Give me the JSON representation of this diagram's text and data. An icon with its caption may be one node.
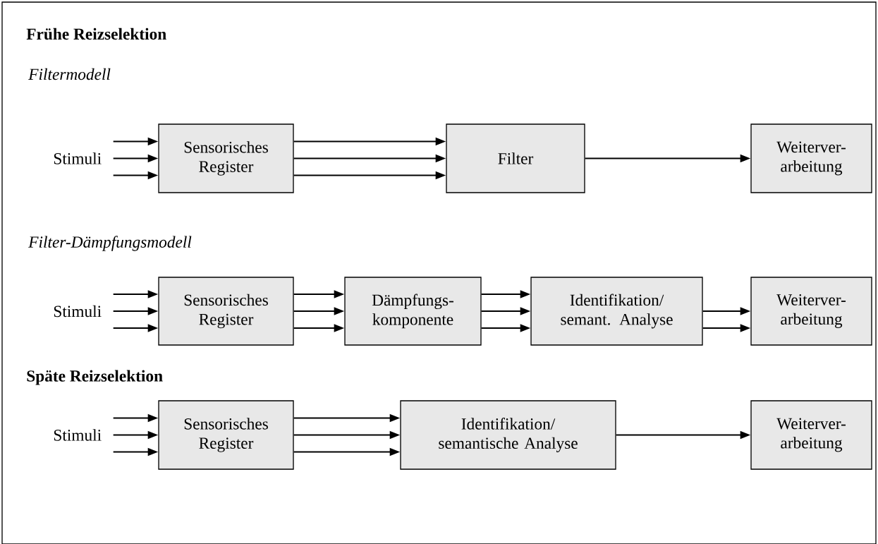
{
  "diagram": {
    "nodes": [
      {
        "text": [
          "Stimuli"
        ]
      },
      {
        "text": [
          "Sensorisches Register"
        ]
      },
      {
        "text": [
          "Filter"
        ]
      },
      {
        "text": [
          "Weiterver- arbeitung"
        ]
      },
      {
        "text": [
          "Stimuli"
        ]
      },
      {
        "text": [
          "Sensorisches Register"
        ]
      },
      {
        "text": [
          "Dämpfungs- komponente"
        ]
      },
      {
        "text": [
          "Identifikation/ semant. Analyse"
        ]
      },
      {
        "text": [
          "Weiterver- arbeitung"
        ]
      },
      {
        "text": [
          "Stimuli"
        ]
      },
      {
        "text": [
          "Sensorisches Register"
        ]
      },
      {
        "text": [
          "Identifikation/ semantische Analyse"
        ]
      },
      {
        "text": [
          "Weiterver- arbeitung"
        ]
      }
    ],
    "edges": [
      {
        "from": 0,
        "to": 1,
        "arrow": "to"
      },
      {
        "from": 0,
        "to": 1,
        "arrow": "to"
      },
      {
        "from": 0,
        "to": 1,
        "arrow": "to"
      },
      {
        "from": 1,
        "to": 2,
        "arrow": "to"
      },
      {
        "from": 1,
        "to": 2,
        "arrow": "to"
      },
      {
        "from": 1,
        "to": 2,
        "arrow": "to"
      },
      {
        "from": 2,
        "to": 3,
        "arrow": "to"
      },
      {
        "from": 4,
        "to": 5,
        "arrow": "to"
      },
      {
        "from": 4,
        "to": 5,
        "arrow": "to"
      },
      {
        "from": 4,
        "to": 5,
        "arrow": "to"
      },
      {
        "from": 5,
        "to": 6,
        "arrow": "to"
      },
      {
        "from": 5,
        "to": 6,
        "arrow": "to"
      },
      {
        "from": 5,
        "to": 6,
        "arrow": "to"
      },
      {
        "from": 6,
        "to": 7,
        "arrow": "to"
      },
      {
        "from": 6,
        "to": 7,
        "arrow": "to"
      },
      {
        "from": 6,
        "to": 7,
        "arrow": "to"
      },
      {
        "from": 7,
        "to": 8,
        "arrow": "to"
      },
      {
        "from": 7,
        "to": 8,
        "arrow": "to"
      },
      {
        "from": 9,
        "to": 10,
        "arrow": "to"
      },
      {
        "from": 9,
        "to": 10,
        "arrow": "to"
      },
      {
        "from": 9,
        "to": 10,
        "arrow": "to"
      },
      {
        "from": 10,
        "to": 11,
        "arrow": "to"
      },
      {
        "from": 10,
        "to": 11,
        "arrow": "to"
      },
      {
        "from": 10,
        "to": 11,
        "arrow": "to"
      },
      {
        "from": 11,
        "to": 12,
        "arrow": "to"
      }
    ],
    "labels": [
      "Frühe Reizselektion",
      "Filtermodell",
      "Filter-Dämpfungsmodell",
      "Späte Reizselektion"
    ]
  }
}
